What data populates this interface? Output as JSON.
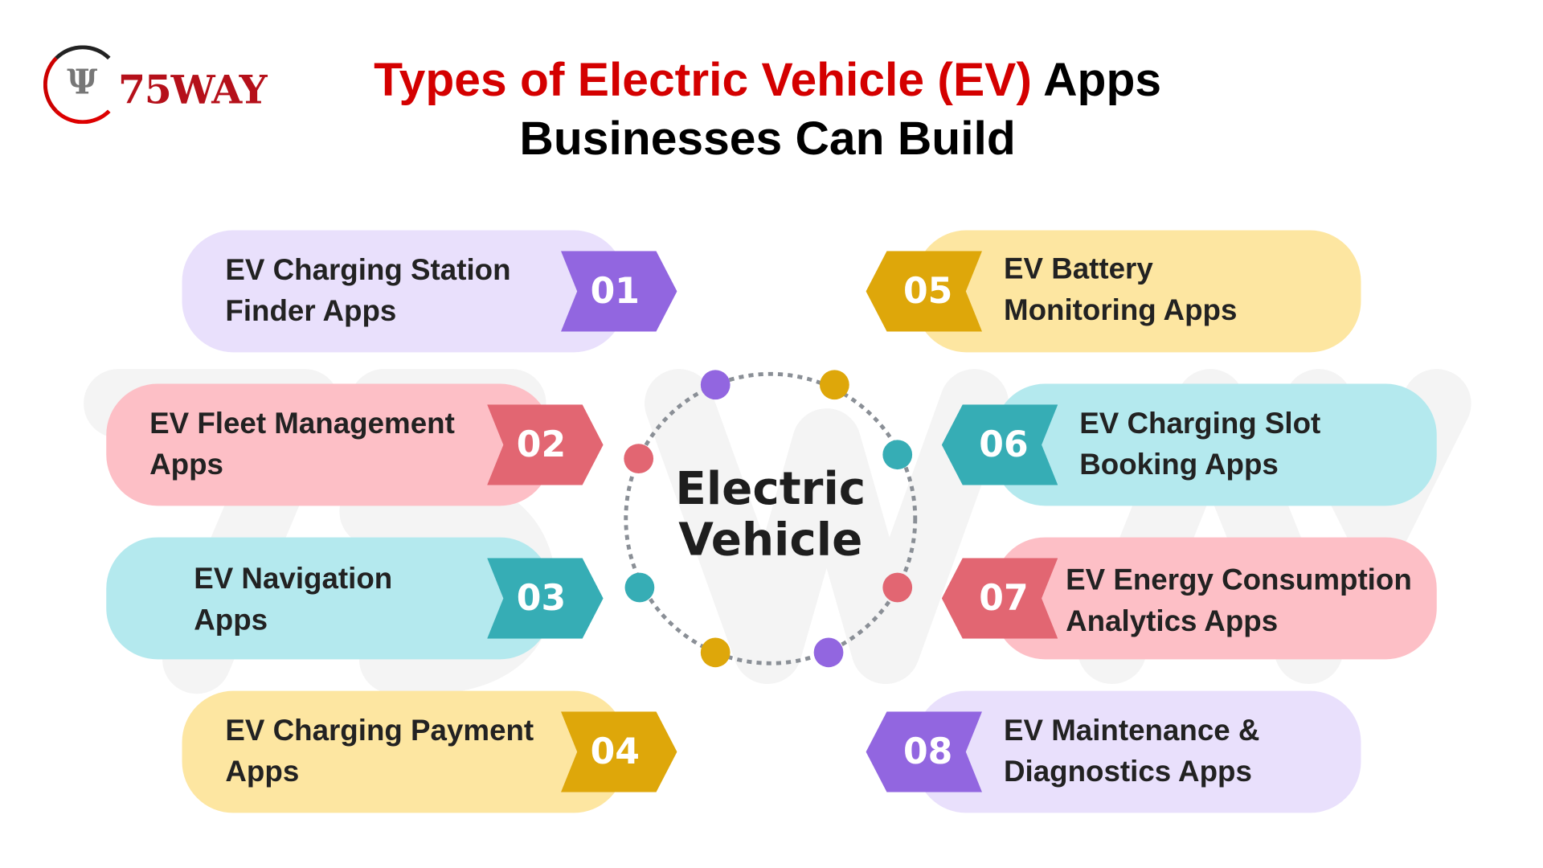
{
  "brand": {
    "logo_text": "75WAY"
  },
  "title": {
    "highlight": "Types of Electric Vehicle (EV)",
    "rest": " Apps",
    "line2": "Businesses Can Build"
  },
  "center_label": "Electric\nVehicle",
  "colors": {
    "purple": "#9266e0",
    "purple_light": "#e9e0fc",
    "red": "#e26672",
    "red_light": "#fdbfc6",
    "teal": "#36adb5",
    "teal_light": "#b4e9ee",
    "gold": "#dea70a",
    "gold_light": "#fde6a1",
    "title_red": "#d40000",
    "dots": "#8a8f96"
  },
  "items": [
    {
      "num": "01",
      "label": "EV Charging Station\nFinder Apps"
    },
    {
      "num": "02",
      "label": "EV Fleet Management\nApps"
    },
    {
      "num": "03",
      "label": "EV Navigation\nApps"
    },
    {
      "num": "04",
      "label": "EV Charging Payment\nApps"
    },
    {
      "num": "05",
      "label": "EV Battery\nMonitoring Apps"
    },
    {
      "num": "06",
      "label": "EV Charging Slot\nBooking Apps"
    },
    {
      "num": "07",
      "label": "EV Energy Consumption\nAnalytics Apps"
    },
    {
      "num": "08",
      "label": "EV Maintenance &\nDiagnostics Apps"
    }
  ]
}
